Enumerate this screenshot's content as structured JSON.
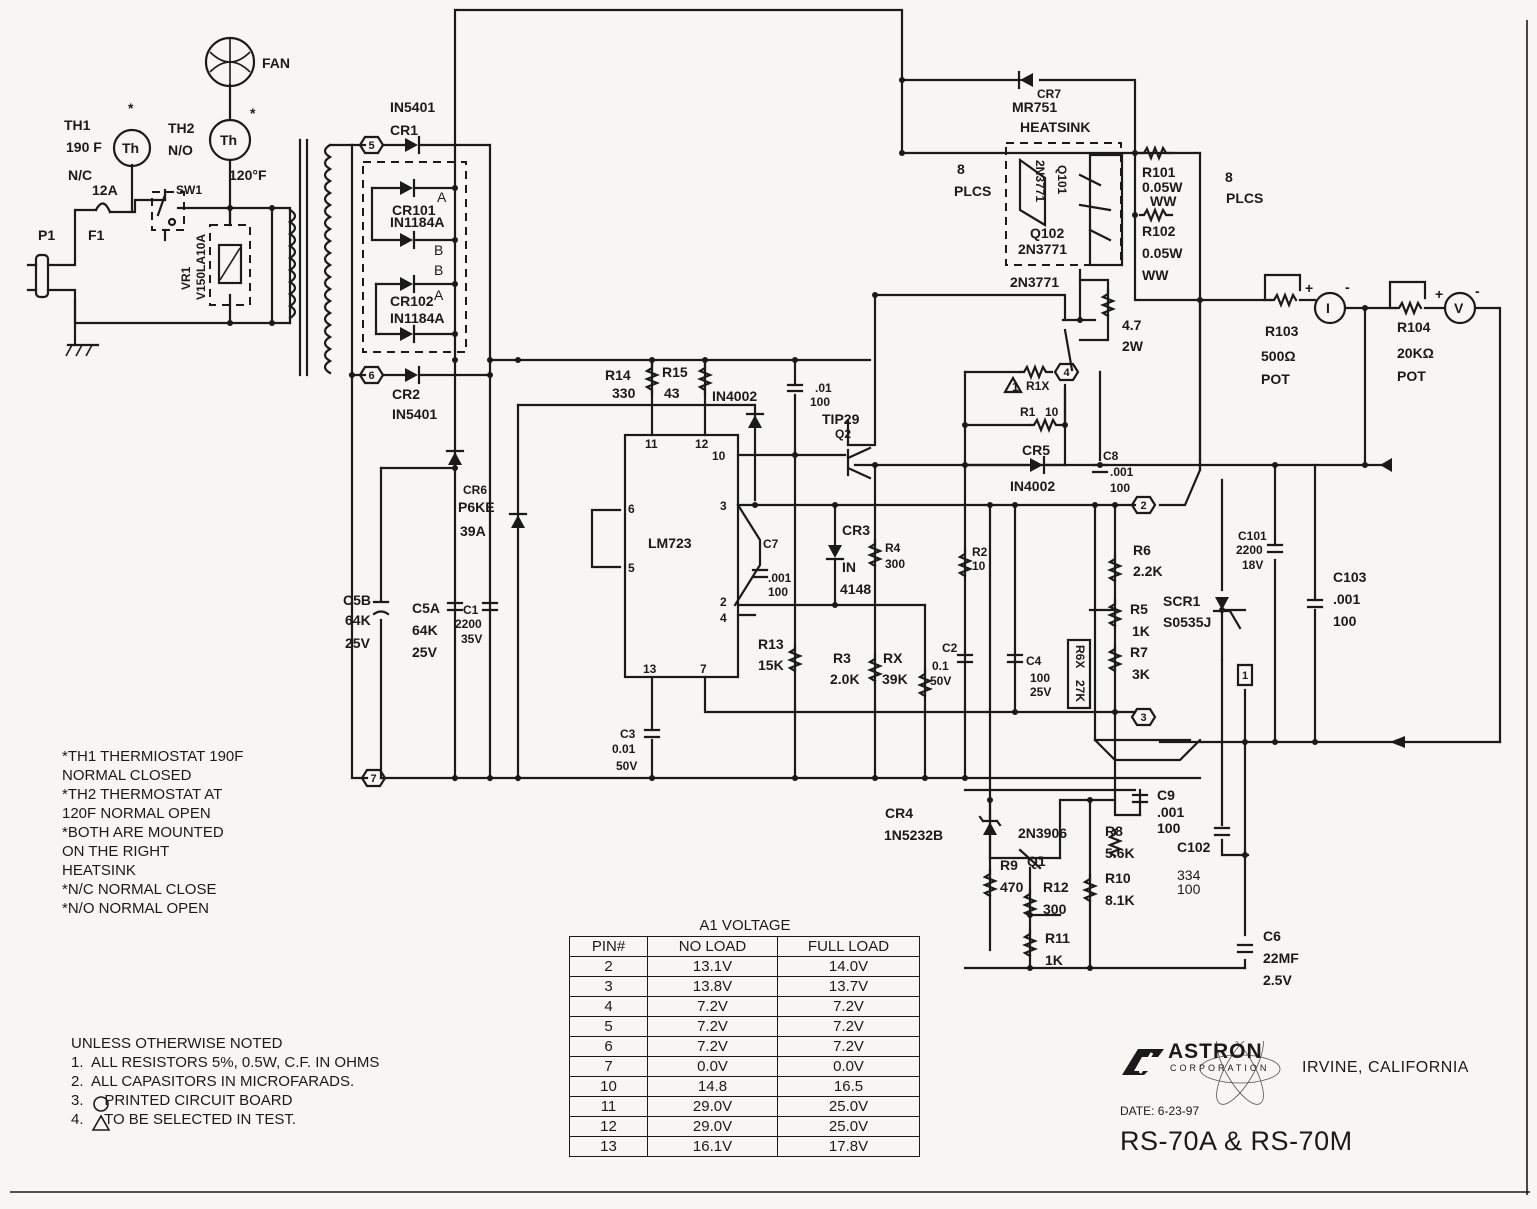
{
  "labels": {
    "fan": "FAN",
    "th1": "TH1",
    "th1_temp": "190 F",
    "th1_nc": "N/C",
    "th1_symbol": "Th",
    "th2": "TH2",
    "th2_no": "N/O",
    "th2_temp": "120°F",
    "th2_symbol": "Th",
    "fuse_rating": "12A",
    "fuse": "F1",
    "sw1": "SW1",
    "p1": "P1",
    "vr1": "VR1",
    "vr1_part": "V150LA10A",
    "cr1": "CR1",
    "cr1_part": "IN5401",
    "cr2": "CR2",
    "cr2_part": "IN5401",
    "cr101": "CR101",
    "cr101_part": "IN1184A",
    "cr102": "CR102",
    "cr102_part": "IN1184A",
    "pin_a": "A",
    "pin_b1": "B",
    "pin_b2": "B",
    "pin_a2": "A",
    "cr6": "CR6",
    "cr6_part": "P6KE",
    "cr6_val": "39A",
    "c5b": "C5B",
    "c5b_val": "64K",
    "c5b_v": "25V",
    "c5a": "C5A",
    "c5a_val": "64K",
    "c5a_v": "25V",
    "c1": "C1",
    "c1_val": "2200",
    "c1_v": "35V",
    "r14": "R14",
    "r14_val": "330",
    "r15": "R15",
    "r15_val": "43",
    "d_in4002_top": "IN4002",
    "c_01": ".01",
    "c_01_v": "100",
    "tip29": "TIP29",
    "q2": "Q2",
    "lm723": "LM723",
    "pin11": "11",
    "pin12": "12",
    "pin10": "10",
    "pin3": "3",
    "pin6": "6",
    "pin5": "5",
    "pin2": "2",
    "pin4": "4",
    "pin13": "13",
    "pin7": "7",
    "c7": "C7",
    "c7_val": ".001",
    "c7_v": "100",
    "cr3": "CR3",
    "cr3_part": "IN",
    "cr3_part2": "4148",
    "r4": "R4",
    "r4_val": "300",
    "r13": "R13",
    "r13_val": "15K",
    "r3": "R3",
    "r3_val": "2.0K",
    "rx": "RX",
    "rx_val": "39K",
    "c2": "C2",
    "c2_val": "0.1",
    "c2_v": "50V",
    "c3": "C3",
    "c3_val": "0.01",
    "c3_v": "50V",
    "cr7": "CR7",
    "cr7_part": "MR751",
    "heatsink": "HEATSINK",
    "plcs_left_n": "8",
    "plcs_left": "PLCS",
    "plcs_right_n": "8",
    "plcs_right": "PLCS",
    "q101": "Q101",
    "q101_part": "2N3771",
    "q102": "Q102",
    "q102_part": "2N3771",
    "q_2n3771": "2N3771",
    "r101": "R101",
    "r101_val": "0.05W",
    "r101_ww": "WW",
    "r102": "R102",
    "r102_val": "0.05W",
    "r102_ww": "WW",
    "r_47": "4.7",
    "r_47_w": "2W",
    "r1x": "R1X",
    "r1": "R1",
    "r1_val": "10",
    "cr5": "CR5",
    "cr5_part": "IN4002",
    "c8": "C8",
    "c8_val": ".001",
    "c8_v": "100",
    "r2": "R2",
    "r2_val": "10",
    "c4": "C4",
    "c4_val": "100",
    "c4_v": "25V",
    "r6x": "R6X",
    "r6x_val": "27K",
    "r6": "R6",
    "r6_val": "2.2K",
    "r5": "R5",
    "r5_val": "1K",
    "r7": "R7",
    "r7_val": "3K",
    "scr1": "SCR1",
    "scr1_part": "S0535J",
    "c101": "C101",
    "c101_val": "2200",
    "c101_v": "18V",
    "c103": "C103",
    "c103_val": ".001",
    "c103_v": "100",
    "r103": "R103",
    "r103_val": "500Ω",
    "r103_type": "POT",
    "r104": "R104",
    "r104_val": "20KΩ",
    "r104_type": "POT",
    "meter_i": "I",
    "meter_v": "V",
    "plus": "+",
    "minus": "-",
    "cr4": "CR4",
    "cr4_part": "1N5232B",
    "q1": "Q1",
    "q1_part": "2N3906",
    "r8": "R8",
    "r8_val": "5.6K",
    "r10": "R10",
    "r10_val": "8.1K",
    "r9": "R9",
    "r9_val": "470",
    "r12": "R12",
    "r12_val": "300",
    "r11": "R11",
    "r11_val": "1K",
    "c9": "C9",
    "c9_val": ".001",
    "c9_v": "100",
    "c102": "C102",
    "c102_val": "334",
    "c102_v": "100",
    "c6": "C6",
    "c6_val": "22MF",
    "c6_v": "2.5V",
    "star": "*",
    "delta_1": "1"
  },
  "pcb_nodes": [
    "5",
    "6",
    "7",
    "4",
    "2",
    "3",
    "1"
  ],
  "thermostat_notes": [
    "*TH1 THERMIOSTAT 190F",
    "NORMAL CLOSED",
    "*TH2 THERMOSTAT AT",
    "120F NORMAL OPEN",
    "*BOTH ARE MOUNTED",
    "ON THE RIGHT",
    "HEATSINK",
    "*N/C NORMAL CLOSE",
    "*N/O NORMAL OPEN"
  ],
  "general_notes": {
    "heading": "UNLESS OTHERWISE NOTED",
    "items": [
      "1.  ALL RESISTORS 5%, 0.5W, C.F. IN OHMS",
      "2.  ALL CAPASITORS IN MICROFARADS.",
      "3.     PRINTED CIRCUIT BOARD",
      "4.     TO BE SELECTED IN TEST."
    ]
  },
  "voltage_table": {
    "title": "A1 VOLTAGE",
    "headers": [
      "PIN#",
      "NO LOAD",
      "FULL LOAD"
    ],
    "rows": [
      [
        "2",
        "13.1V",
        "14.0V"
      ],
      [
        "3",
        "13.8V",
        "13.7V"
      ],
      [
        "4",
        "7.2V",
        "7.2V"
      ],
      [
        "5",
        "7.2V",
        "7.2V"
      ],
      [
        "6",
        "7.2V",
        "7.2V"
      ],
      [
        "7",
        "0.0V",
        "0.0V"
      ],
      [
        "10",
        "14.8",
        "16.5"
      ],
      [
        "11",
        "29.0V",
        "25.0V"
      ],
      [
        "12",
        "29.0V",
        "25.0V"
      ],
      [
        "13",
        "16.1V",
        "17.8V"
      ]
    ]
  },
  "title_block": {
    "company": "ASTRON",
    "company_sub": "CORPORATION",
    "city": "IRVINE, CALIFORNIA",
    "date": "DATE:  6-23-97",
    "model": "RS-70A  &  RS-70M"
  }
}
